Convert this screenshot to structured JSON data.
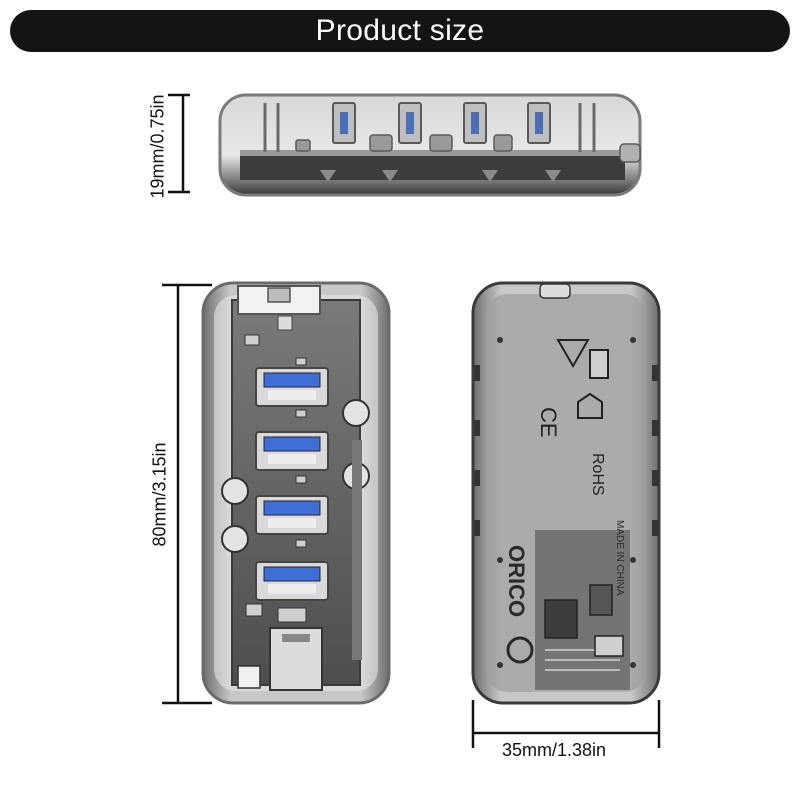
{
  "title": "Product size",
  "dimensions": {
    "height": "19mm/0.75in",
    "length": "80mm/3.15in",
    "width": "35mm/1.38in"
  },
  "device": {
    "brand": "ORICO",
    "origin": "MADE IN CHINA",
    "usb_ports": 4
  },
  "colors": {
    "title_bar": "#141414",
    "title_text": "#ffffff",
    "shell": "#8c8c8c",
    "board": "#5a5a5a",
    "usb_blue": "#3d6fd6"
  }
}
